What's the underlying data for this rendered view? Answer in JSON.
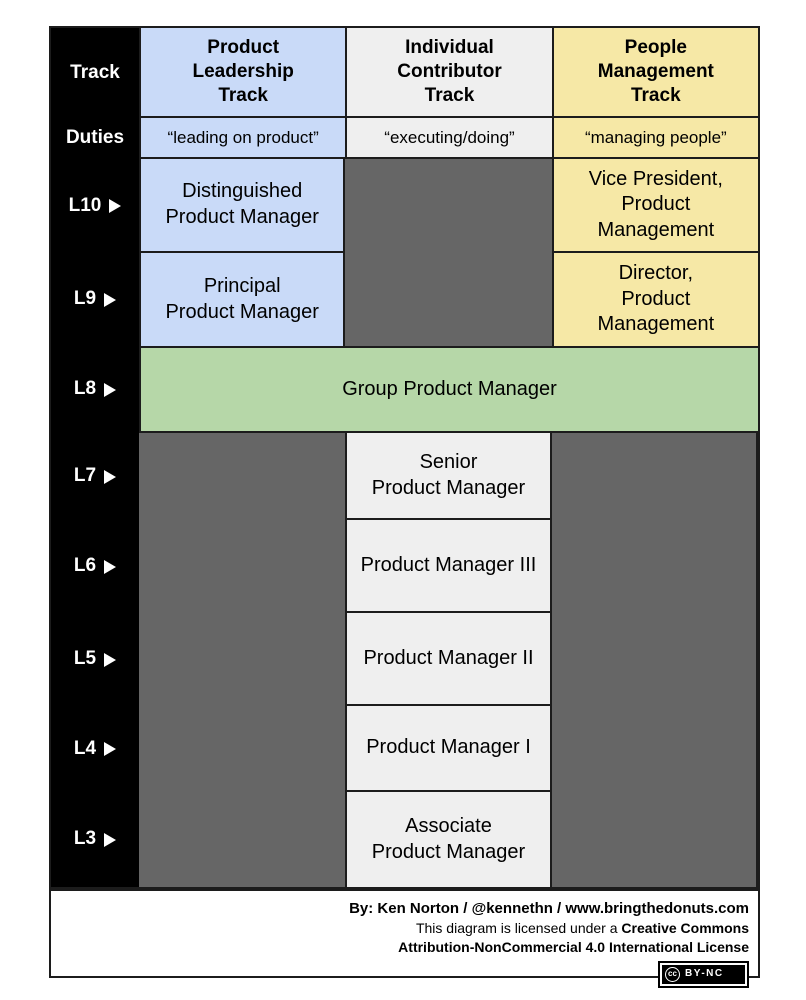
{
  "colors": {
    "leadership_track_blue": "#c9daf8",
    "ic_track_gray": "#efefef",
    "management_track_yellow": "#f6e8a6",
    "merged_green": "#b6d7a8",
    "empty_dark_gray": "#666666",
    "rail_black": "#000000"
  },
  "ladder": {
    "corner": "Track",
    "duties_row_label": "Duties",
    "tracks": [
      {
        "name": "Product\nLeadership\nTrack",
        "duty": "“leading on product”"
      },
      {
        "name": "Individual\nContributor\nTrack",
        "duty": "“executing/doing”"
      },
      {
        "name": "People\nManagement\nTrack",
        "duty": "“managing people”"
      }
    ],
    "levels": [
      "L10",
      "L9",
      "L8",
      "L7",
      "L6",
      "L5",
      "L4",
      "L3"
    ],
    "cells": {
      "l10_leadership": "Distinguished\nProduct Manager",
      "l9_leadership": "Principal\nProduct Manager",
      "l10_management": "Vice President,\nProduct\nManagement",
      "l9_management": "Director,\nProduct\nManagement",
      "l8_merged": "Group Product Manager",
      "l7_ic": "Senior\nProduct Manager",
      "l6_ic": "Product Manager III",
      "l5_ic": "Product Manager II",
      "l4_ic": "Product Manager I",
      "l3_ic": "Associate\nProduct Manager"
    }
  },
  "footer": {
    "byline": "By: Ken Norton / @kennethn / www.bringthedonuts.com",
    "license_prefix": "This diagram is licensed under a ",
    "license_bold_1": "Creative Commons",
    "license_bold_2": "Attribution-NonCommercial 4.0 International License",
    "badge": {
      "cc": "cc",
      "label": "BY-NC"
    }
  }
}
